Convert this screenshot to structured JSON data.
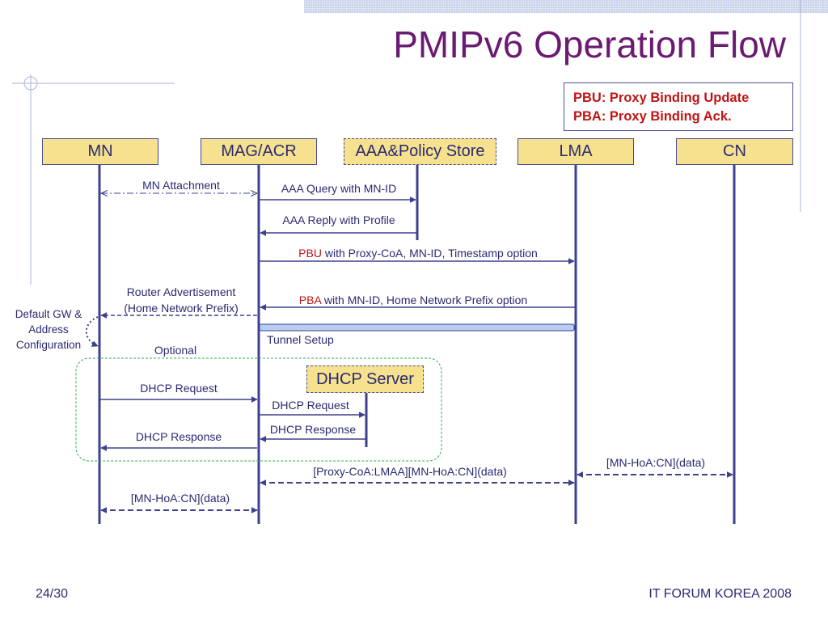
{
  "slide": {
    "title": "PMIPv6 Operation Flow",
    "page": "24/30",
    "footer": "IT FORUM KOREA 2008"
  },
  "legend": [
    "PBU: Proxy Binding Update",
    "PBA: Proxy Binding Ack."
  ],
  "entities": {
    "mn": "MN",
    "mag": "MAG/ACR",
    "aaa": "AAA&Policy Store",
    "lma": "LMA",
    "cn": "CN",
    "dhcp": "DHCP Server"
  },
  "messages": {
    "mn_attachment": "MN Attachment",
    "aaa_query": "AAA Query with MN-ID",
    "aaa_reply": "AAA Reply with Profile",
    "pbu_keyword": "PBU",
    "pbu_rest": " with Proxy-CoA, MN-ID, Timestamp option",
    "pba_keyword": "PBA",
    "pba_rest": " with MN-ID, Home Network Prefix option",
    "router_adv_1": "Router Advertisement",
    "router_adv_2": "(Home Network Prefix)",
    "default_gw_1": "Default GW &",
    "default_gw_2": "Address",
    "default_gw_3": "Configuration",
    "tunnel_setup": "Tunnel Setup",
    "optional": "Optional",
    "dhcp_request_mn": "DHCP Request",
    "dhcp_request_server": "DHCP Request",
    "dhcp_response_server": "DHCP Response",
    "dhcp_response_mn": "DHCP Response",
    "data_lma_cn": "[MN-HoA:CN](data)",
    "data_mag_lma": "[Proxy-CoA:LMAA][MN-HoA:CN](data)",
    "data_mn_mag": "[MN-HoA:CN](data)"
  },
  "colors": {
    "title": "#6b1a72",
    "text": "#2a2a72",
    "line": "#3d418c",
    "entity_fill": "#f6e18e",
    "highlight": "#c01414",
    "optional_box": "#33b04a"
  }
}
